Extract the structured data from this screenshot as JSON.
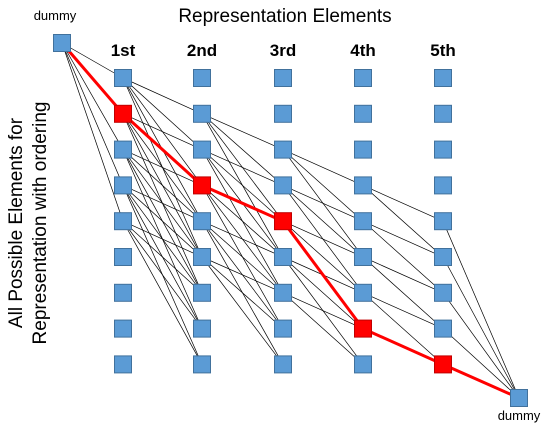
{
  "title": "Representation Elements",
  "column_labels": [
    "1st",
    "2nd",
    "3rd",
    "4th",
    "5th"
  ],
  "dummy_start_label": "dummy",
  "dummy_end_label": "dummy",
  "y_axis_label_line1": "All Possible Elements for",
  "y_axis_label_line2": "Representation with ordering",
  "rows_per_column": 9,
  "selected_path_rows": [
    2,
    4,
    5,
    8,
    9
  ],
  "colors": {
    "node": "#5b9bd5",
    "node_border": "#41719c",
    "selected_node": "#ff0000",
    "selected_border": "#c00000",
    "path": "#ff0000",
    "edge": "#000000"
  }
}
